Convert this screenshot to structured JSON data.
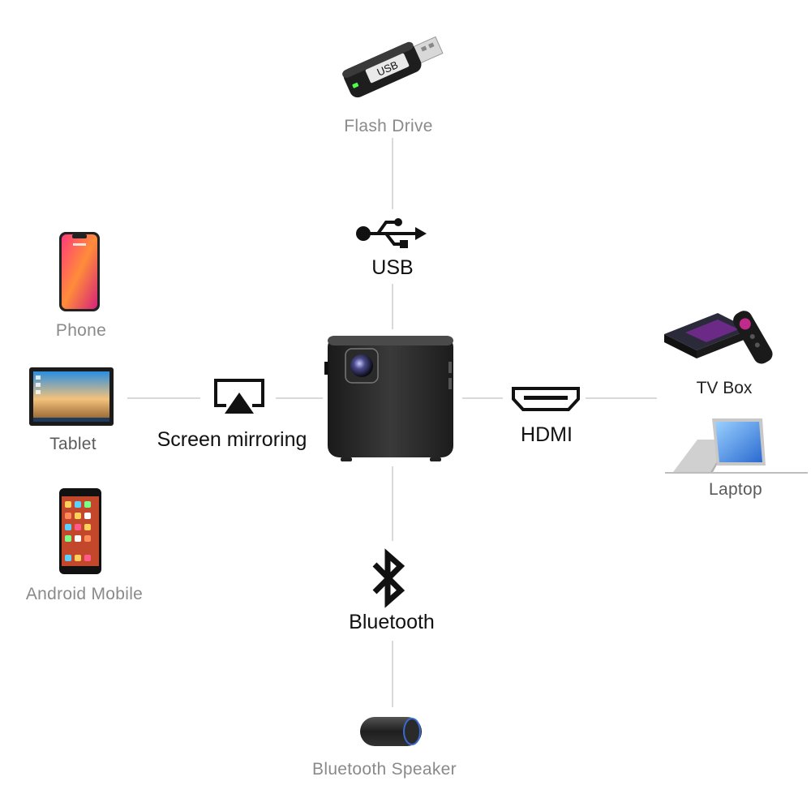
{
  "hub": {
    "name": "mini projector"
  },
  "connections": {
    "usb": {
      "label": "USB",
      "device": "Flash Drive",
      "usb_stick_text": "USB"
    },
    "screen_mirroring": {
      "label": "Screen mirroring",
      "devices": [
        "Phone",
        "Tablet",
        "Android Mobile"
      ]
    },
    "hdmi": {
      "label": "HDMI",
      "devices": [
        "TV Box",
        "Laptop"
      ]
    },
    "bluetooth": {
      "label": "Bluetooth",
      "device": "Bluetooth Speaker"
    }
  },
  "icons": {
    "usb": "usb-icon",
    "screen_mirroring": "airplay-icon",
    "hdmi": "hdmi-port-icon",
    "bluetooth": "bluetooth-icon"
  },
  "colors": {
    "line": "#d9d9d9",
    "device_label": "#8a8a8a",
    "connection_label": "#111111",
    "projector_body": "#2b2b2b"
  }
}
